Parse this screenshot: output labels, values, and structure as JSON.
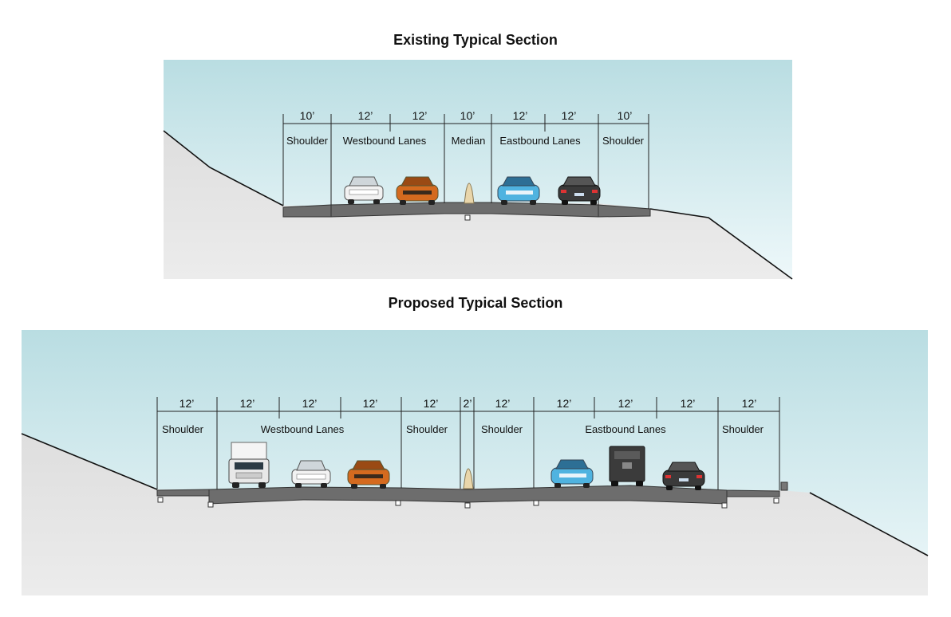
{
  "existing": {
    "title": "Existing Typical Section",
    "zones": [
      {
        "width": "10’",
        "label": "Shoulder"
      },
      {
        "width": "12’",
        "label": "Westbound Lanes"
      },
      {
        "width": "12’",
        "label": ""
      },
      {
        "width": "10’",
        "label": "Median"
      },
      {
        "width": "12’",
        "label": "Eastbound Lanes"
      },
      {
        "width": "12’",
        "label": ""
      },
      {
        "width": "10’",
        "label": "Shoulder"
      }
    ]
  },
  "proposed": {
    "title": "Proposed Typical Section",
    "zones": [
      {
        "width": "12’",
        "label": "Shoulder"
      },
      {
        "width": "12’",
        "label": "Westbound Lanes"
      },
      {
        "width": "12’",
        "label": ""
      },
      {
        "width": "12’",
        "label": ""
      },
      {
        "width": "12’",
        "label": "Shoulder"
      },
      {
        "width": "2’",
        "label": ""
      },
      {
        "width": "12’",
        "label": "Shoulder"
      },
      {
        "width": "12’",
        "label": "Eastbound Lanes"
      },
      {
        "width": "12’",
        "label": ""
      },
      {
        "width": "12’",
        "label": ""
      },
      {
        "width": "12’",
        "label": "Shoulder"
      }
    ]
  },
  "colors": {
    "sky_top": "#b9dde2",
    "sky_bottom": "#f2fafb",
    "ground": "#e4e4e4",
    "pavement": "#6f6f6f",
    "median_barrier": "#e9d6ab",
    "car_white": "#f2f2f2",
    "car_orange": "#d46a1f",
    "car_blue": "#4fb3e0",
    "car_dark": "#3a3a3a"
  }
}
